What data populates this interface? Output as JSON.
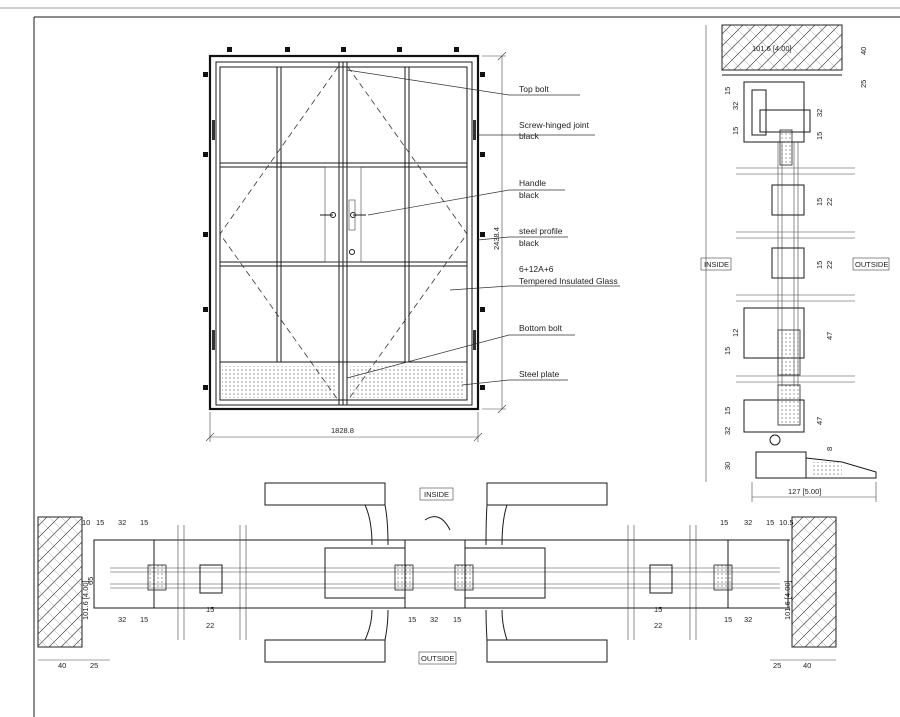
{
  "labels": {
    "top_bolt": "Top bolt",
    "hinge_line1": "Screw-hinged joint",
    "hinge_line2": "black",
    "handle_line1": "Handle",
    "handle_line2": "black",
    "profile_line1": "steel profile",
    "profile_line2": "black",
    "glass_line1": "6+12A+6",
    "glass_line2": "Tempered Insulated Glass",
    "bottom_bolt": "Bottom bolt",
    "steel_plate": "Steel plate"
  },
  "dimensions": {
    "overall_width": "1828.8",
    "overall_height": "2438.4",
    "sill_width": "127 [5.00]",
    "wall_depth": "101.6 [4.00]",
    "d40": "40",
    "d25": "25",
    "d32": "32",
    "d15": "15",
    "d22": "22",
    "d47": "47",
    "d30": "30",
    "d8": "8",
    "d12": "12",
    "d10": "10",
    "d65": "65",
    "d10_5": "10.5"
  },
  "side_labels": {
    "inside": "INSIDE",
    "outside": "OUTSIDE"
  }
}
